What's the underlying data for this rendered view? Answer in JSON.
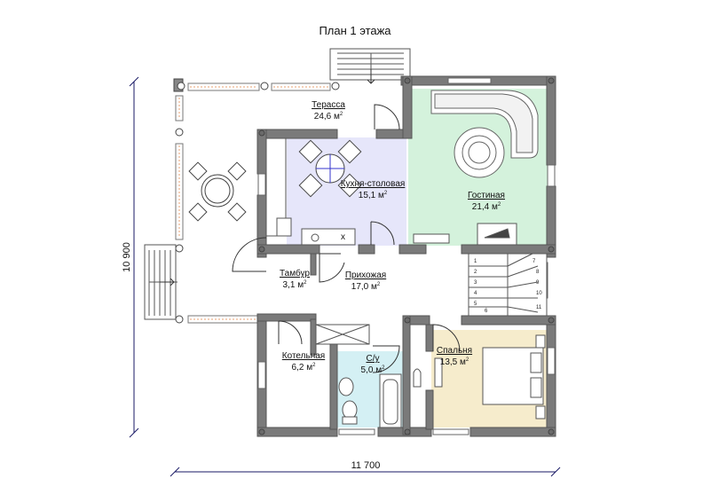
{
  "title": "План 1 этажа",
  "dimensions": {
    "width": "11 700",
    "height": "10 900"
  },
  "area_unit": "м",
  "area_exponent": "2",
  "rooms": [
    {
      "id": "terrace",
      "name": "Терасса",
      "area": "24,6"
    },
    {
      "id": "kitchen",
      "name": "Кухня-столовая",
      "area": "15,1"
    },
    {
      "id": "living",
      "name": "Гостиная",
      "area": "21,4"
    },
    {
      "id": "tambour",
      "name": "Тамбур",
      "area": "3,1"
    },
    {
      "id": "hall",
      "name": "Прихожая",
      "area": "17,0"
    },
    {
      "id": "boiler",
      "name": "Котельная",
      "area": "6,2"
    },
    {
      "id": "wc",
      "name": "С/у",
      "area": "5,0"
    },
    {
      "id": "bedroom",
      "name": "Спальня",
      "area": "13,5"
    }
  ],
  "room_colors": {
    "kitchen": "#e6e6fa",
    "living": "#d4f2dc",
    "wc": "#d4f0f4",
    "bedroom": "#f6eccc"
  },
  "stair_step_numbers": [
    "1",
    "2",
    "3",
    "4",
    "5",
    "6",
    "7",
    "8",
    "9",
    "10",
    "11"
  ],
  "stove_mark": "x"
}
